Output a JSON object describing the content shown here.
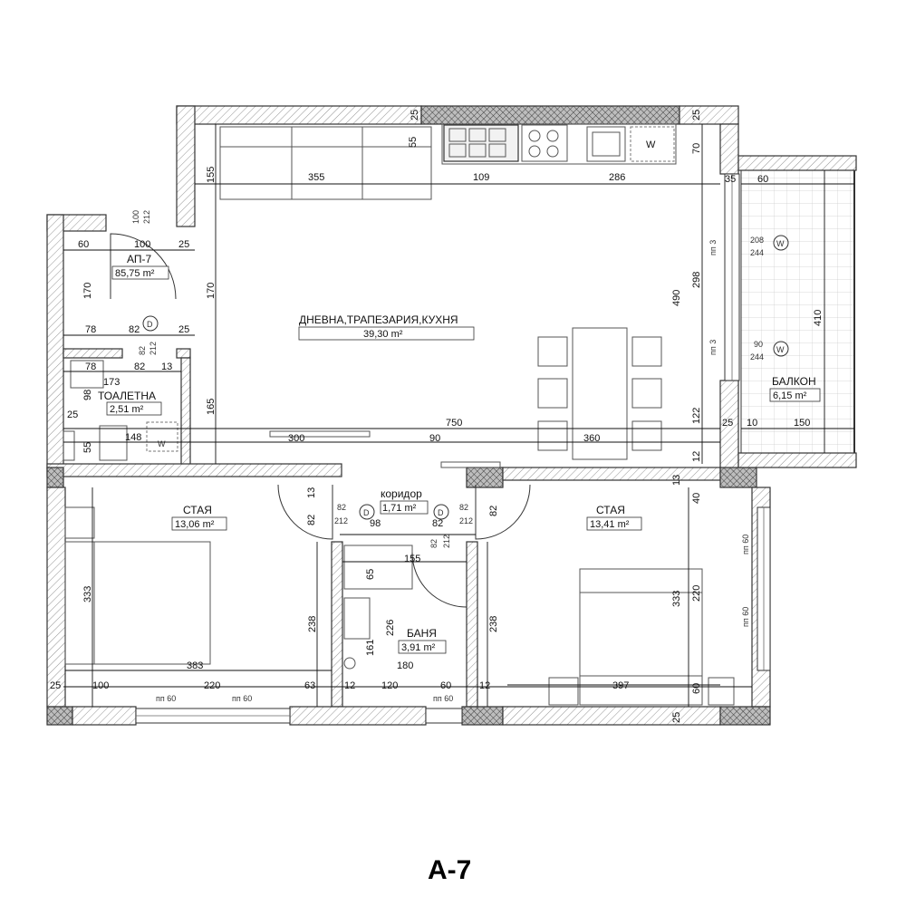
{
  "title": "А-7",
  "unit_label": {
    "name": "АП-7",
    "area": "85,75 m²"
  },
  "rooms": {
    "living": {
      "name": "ДНЕВНА,ТРАПЕЗАРИЯ,КУХНЯ",
      "area": "39,30 m²"
    },
    "balcony": {
      "name": "БАЛКОН",
      "area": "6,15 m²"
    },
    "toilet": {
      "name": "ТОАЛЕТНА",
      "area": "2,51 m²"
    },
    "corridor": {
      "name": "коридор",
      "area": "1,71 m²"
    },
    "room_left": {
      "name": "СТАЯ",
      "area": "13,06 m²"
    },
    "room_right": {
      "name": "СТАЯ",
      "area": "13,41 m²"
    },
    "bath": {
      "name": "БАНЯ",
      "area": "3,91 m²"
    }
  },
  "symbols": {
    "door": "D",
    "washer": "W"
  },
  "dimensions": {
    "top_355": "355",
    "top_109": "109",
    "top_286": "286",
    "top_55": "55",
    "top_70": "70",
    "top_25a": "25",
    "top_25b": "25",
    "left_155": "155",
    "left_170a": "170",
    "left_170b": "170",
    "left_165": "165",
    "small_100": "100",
    "small_212a": "212",
    "entry_60": "60",
    "entry_100": "100",
    "entry_25": "25",
    "row_78a": "78",
    "row_82a": "82",
    "row_25c": "25",
    "row_78b": "78",
    "row_82b": "82",
    "row_13a": "13",
    "row_173": "173",
    "d_82v": "82",
    "d_212v": "212",
    "t_98": "98",
    "t_25": "25",
    "t_55": "55",
    "t_148": "148",
    "mid_750": "750",
    "mid_300": "300",
    "mid_90": "90",
    "mid_360": "360",
    "right_490": "490",
    "right_298": "298",
    "right_122": "122",
    "right_12": "12",
    "bal_35": "35",
    "bal_60": "60",
    "bal_410": "410",
    "bal_25": "25",
    "bal_10": "10",
    "bal_150": "150",
    "win_208": "208",
    "win_244a": "244",
    "win_90": "90",
    "win_244b": "244",
    "pp3a": "пп 3",
    "pp3b": "пп 3",
    "cor_13": "13",
    "cor_82a": "82",
    "cor_212a": "212",
    "cor_98": "98",
    "cor_82b": "82",
    "cor_212b": "212",
    "cor_82c": "82",
    "cor_82d": "82",
    "cor_82e": "82",
    "cor_82f": "82",
    "cor_212c": "212",
    "cor_13r": "13",
    "cor_40": "40",
    "rl_333": "333",
    "rl_238": "238",
    "rl_383": "383",
    "b_155": "155",
    "b_65": "65",
    "b_226": "226",
    "b_161": "161",
    "b_180": "180",
    "b_238": "238",
    "rr_333": "333",
    "rr_220": "220",
    "rr_397": "397",
    "rr_60": "60",
    "bot_25": "25",
    "bot_100": "100",
    "bot_220": "220",
    "bot_63": "63",
    "bot_12a": "12",
    "bot_120": "120",
    "bot_60": "60",
    "bot_12b": "12",
    "bot_25r": "25",
    "pp60a": "пп 60",
    "pp60b": "пп 60",
    "pp60c": "пп 60",
    "pp60d": "пп 60",
    "pp60e": "пп 60"
  }
}
